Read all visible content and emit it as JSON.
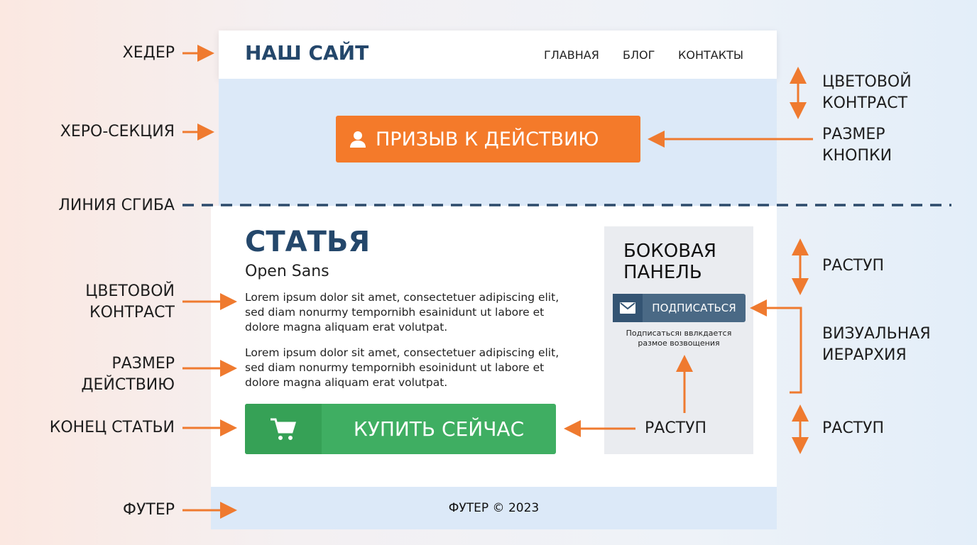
{
  "site": {
    "logo": "НАШ САЙТ",
    "nav": [
      "ГЛАВНАЯ",
      "БЛОГ",
      "КОНТАКТЫ"
    ],
    "cta_label": "ПРИЗЫВ К ДЕЙСТВИЮ",
    "article": {
      "title": "СТАТЬЯ",
      "subtitle": "Open Sans",
      "paragraphs": [
        "Lorem ipsum dolor sit amet, consectetuer adipiscing elit, sed diam nonurmy tempornibh esainidunt ut labore et dolore magna aliquam erat volutpat.",
        "Lorem ipsum dolor sit amet, consectetuer adipiscing elit, sed diam nonurmy tempornibh esoinidunt ut labore et dolore magna aliquam erat volutpat."
      ],
      "buy_label": "КУПИТЬ СЕЙЧАС"
    },
    "sidebar": {
      "title_line1": "БОКОВАЯ",
      "title_line2": "ПАНЕЛЬ",
      "subscribe_label": "ПОДПИСАТЬСЯ",
      "note_line1": "Подписатьсяı ввлкдается",
      "note_line2": "размое возвощения"
    },
    "footer": "ФУТЕР © 2023"
  },
  "annotations": {
    "left": {
      "header": "ХЕДЕР",
      "hero": "ХЕРО-СЕКЦИЯ",
      "fold": "ЛИНИЯ СГИБА",
      "contrast_1": "ЦВЕТОВОЙ",
      "contrast_2": "КОНТРАСТ",
      "size_1": "РАЗМЕР",
      "size_2": "ДЕЙСТВИЮ",
      "end": "КОНЕЦ СТАТЬИ",
      "footer": "ФУТЕР"
    },
    "right": {
      "contrast_1": "ЦВЕТОВОЙ",
      "contrast_2": "КОНТРАСТ",
      "button_size_1": "РАЗМЕР",
      "button_size_2": "КНОПКИ",
      "spacing_top": "РАСТУП",
      "hierarchy_1": "ВИЗУАЛЬНАЯ",
      "hierarchy_2": "ИЕРАРХИЯ",
      "spacing_bottom": "РАСТУП"
    },
    "center_spacing": "РАСТУП"
  },
  "colors": {
    "accent": "#ef7a2f",
    "brand": "#24476b",
    "hero_bg": "#dce9f8",
    "buy": "#3fae62"
  },
  "icons": {
    "cta": "user-icon",
    "buy": "cart-icon",
    "subscribe": "envelope-icon"
  }
}
